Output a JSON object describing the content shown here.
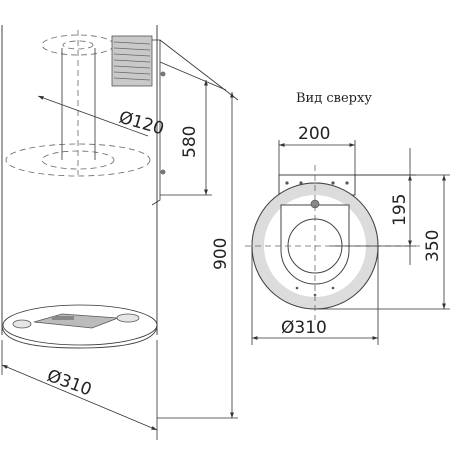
{
  "side_view": {
    "duct_diameter": "Ø120",
    "duct_height": "580",
    "total_height": "900",
    "body_diameter": "Ø310"
  },
  "top_view": {
    "caption": "Вид сверху",
    "width": "200",
    "depth_inner": "195",
    "depth_total": "350",
    "diameter": "Ø310"
  }
}
